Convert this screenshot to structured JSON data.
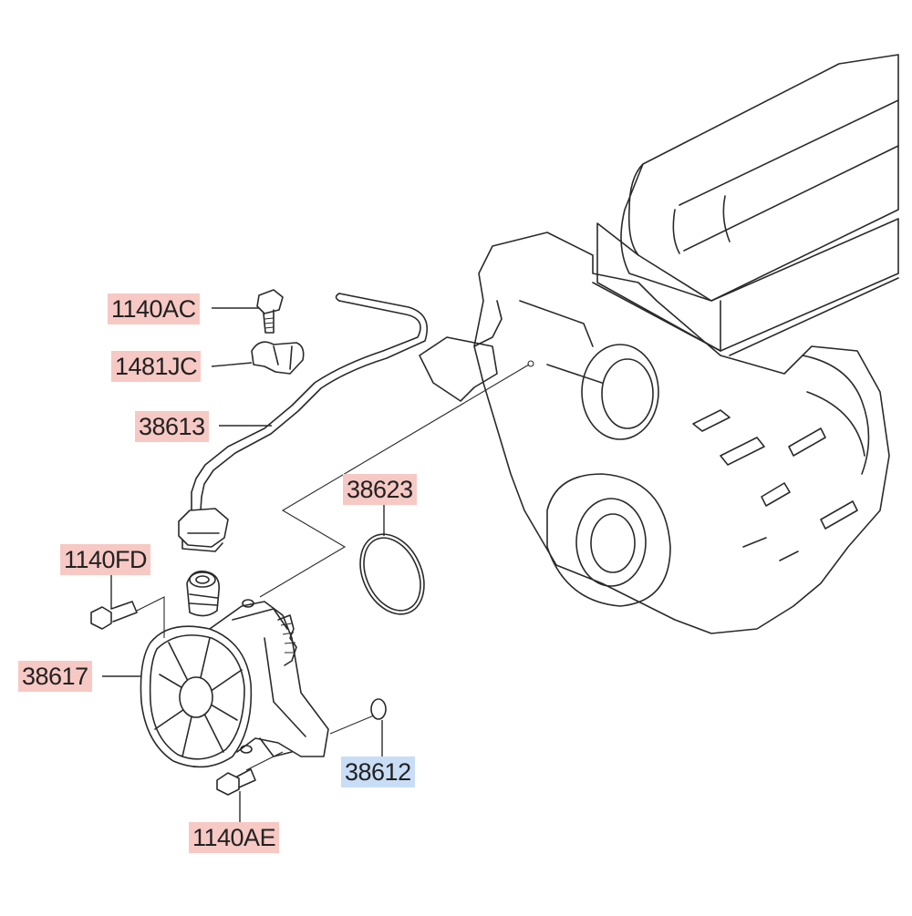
{
  "colors": {
    "callout_red": "#f7c9c4",
    "callout_blue": "#c9ddf6",
    "ink": "#2a2a2a"
  },
  "callouts": {
    "bolt_1140ac": "1140AC",
    "clip_1481jc": "1481JC",
    "hose_38613": "38613",
    "oring_38623": "38623",
    "bolt_1140fd": "1140FD",
    "pump_38617": "38617",
    "ring_38612": "38612",
    "bolt_1140ae": "1140AE"
  }
}
